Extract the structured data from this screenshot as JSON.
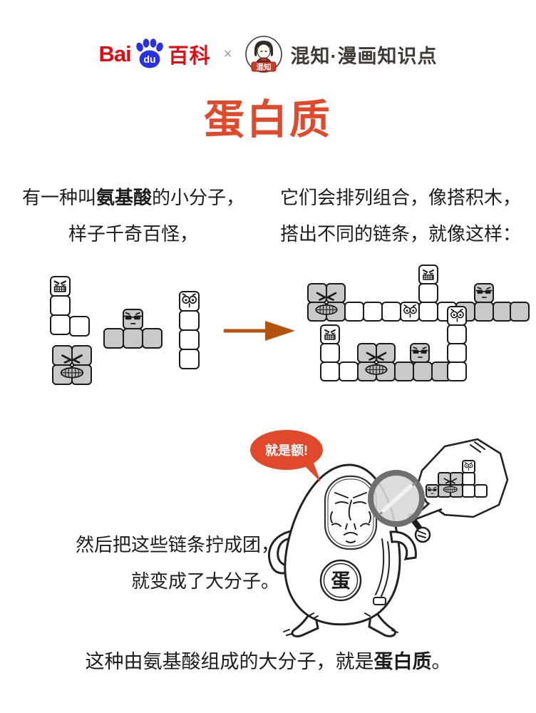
{
  "header": {
    "baidu": {
      "bai": "Bai",
      "du": "du",
      "baike": "百科"
    },
    "separator": "×",
    "avatar_label": "混知",
    "brand": "混知·漫画知识点"
  },
  "title": "蛋白质",
  "intro_left": {
    "l1a": "有一种叫",
    "l1b": "氨基酸",
    "l1c": "的小分子，",
    "l2": "样子千奇百怪，"
  },
  "intro_right": {
    "l1": "它们会排列组合，像搭积木，",
    "l2": "搭出不同的链条，就像这样："
  },
  "speech_bubble": "就是额!",
  "belly_label": "蛋",
  "middle": {
    "l1": "然后把这些链条拧成团，",
    "l2": "就变成了大分子。"
  },
  "conclusion": {
    "pre": "这种由氨基酸组成的大分子，就是",
    "bold": "蛋白质",
    "post": "。"
  },
  "colors": {
    "accent": "#e0492a",
    "arrow": "#b4530f",
    "baidu_red": "#e20b12",
    "baidu_blue": "#2b31de",
    "brand_dark": "#3f3a39",
    "block_gray": "#c9c9c9",
    "ink": "#1c1c1c"
  }
}
